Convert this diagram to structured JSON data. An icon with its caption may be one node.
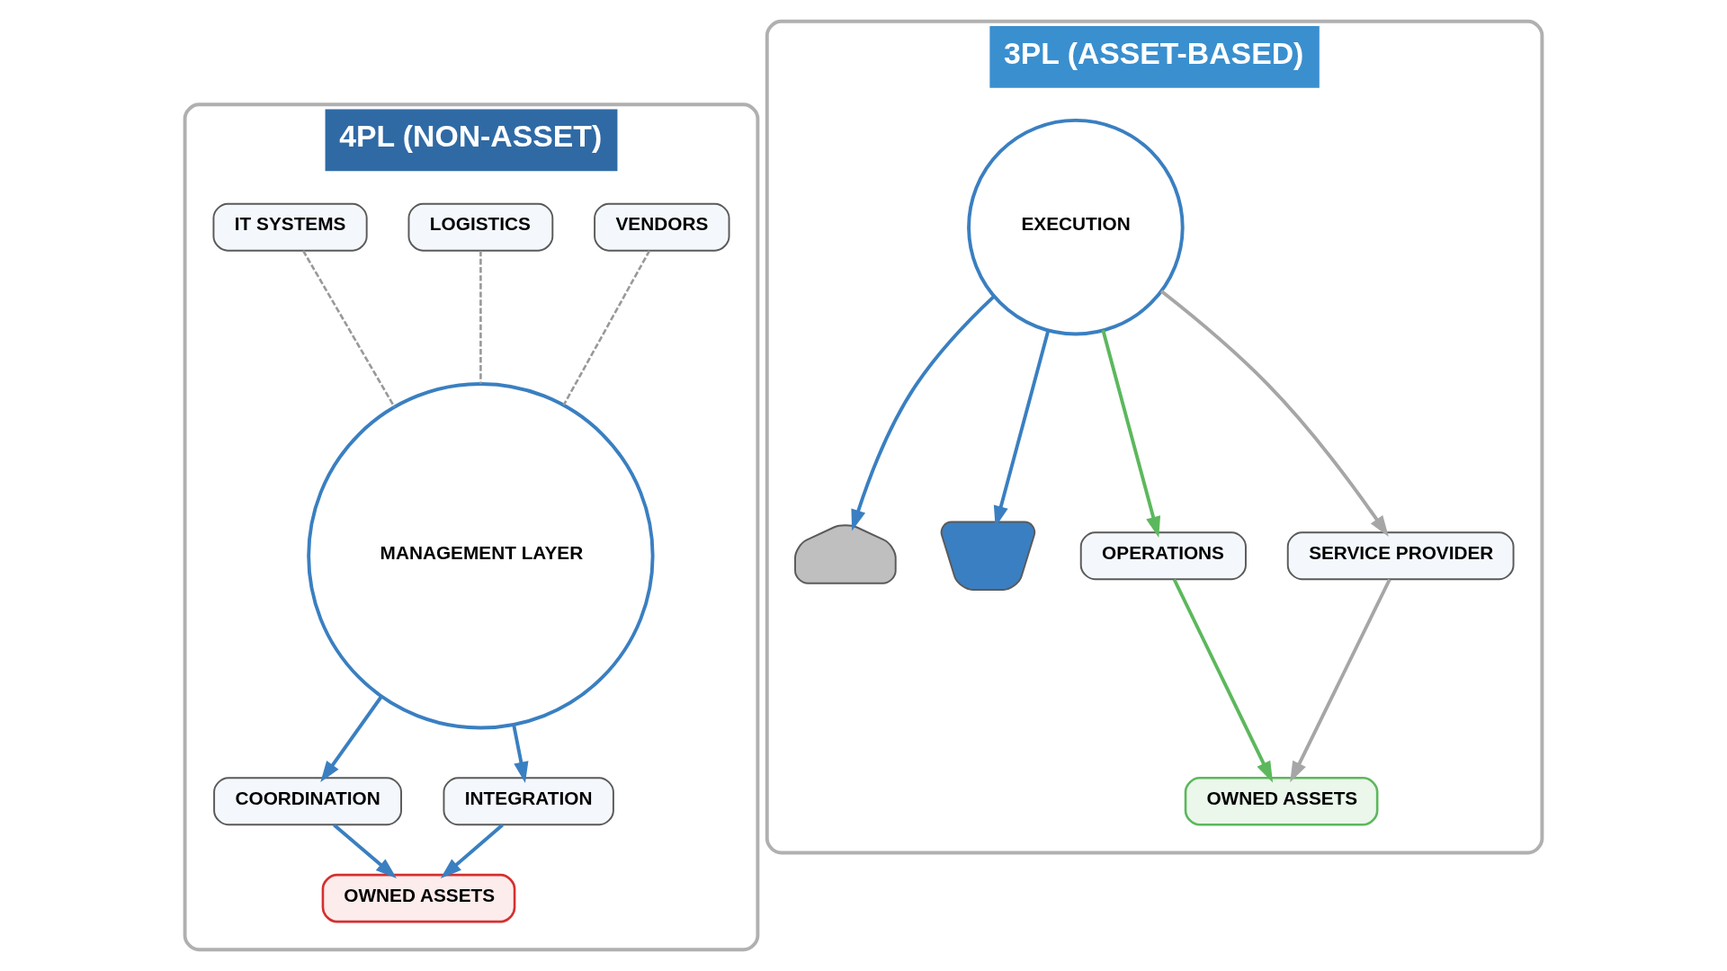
{
  "diagram": {
    "nodes": [
      {
        "text": [
          "4PL (NON-ASSET)"
        ]
      },
      {
        "text": [
          "VENDORS"
        ],
        "in": 0
      },
      {
        "text": [
          "LOGISTICS"
        ],
        "in": 0
      },
      {
        "text": [
          "IT SYSTEMS"
        ],
        "in": 0
      },
      {
        "text": [
          "MANAGEMENT LAYER"
        ],
        "in": 0
      },
      {
        "text": [
          "COORDINATION"
        ],
        "in": 0
      },
      {
        "text": [
          "INTEGRATION"
        ],
        "in": 0
      },
      {
        "text": [
          "OWNED ASSETS"
        ],
        "in": 0
      },
      {
        "text": [
          "3PL (ASSET-BASED)"
        ]
      },
      {
        "text": [],
        "shape": "warehouse",
        "in": 8
      },
      {
        "text": [
          "EXECUTION"
        ],
        "in": 8
      },
      {
        "text": [],
        "shape": "ship",
        "in": 8
      },
      {
        "text": [
          "OPERATIONS"
        ],
        "in": 8
      },
      {
        "text": [
          "SERVICE PROVIDER"
        ],
        "in": 8
      },
      {
        "text": [
          "OWNED ASSETS"
        ],
        "in": 8
      }
    ],
    "edges": [
      {
        "from": 1,
        "to": 4,
        "arrow": "none",
        "style": "dashed",
        "color": "#999999"
      },
      {
        "from": 2,
        "to": 4,
        "arrow": "none",
        "style": "dashed",
        "color": "#999999"
      },
      {
        "from": 3,
        "to": 4,
        "arrow": "none",
        "style": "dashed",
        "color": "#999999"
      },
      {
        "from": 4,
        "to": 5,
        "arrow": "to"
      },
      {
        "from": 4,
        "to": 6,
        "arrow": "to"
      },
      {
        "from": 5,
        "to": 7,
        "arrow": "to"
      },
      {
        "from": 6,
        "to": 7,
        "arrow": "to"
      },
      {
        "from": 10,
        "to": 9,
        "arrow": "to"
      },
      {
        "from": 10,
        "to": 11,
        "arrow": "to"
      },
      {
        "from": 10,
        "to": 12,
        "arrow": "to",
        "color": "#5cb85c"
      },
      {
        "from": 10,
        "to": 13,
        "arrow": "to",
        "color": "#a6a6a6"
      },
      {
        "from": 12,
        "to": 14,
        "arrow": "to",
        "color": "#5cb85c"
      },
      {
        "from": 13,
        "to": 14,
        "arrow": "to",
        "color": "#a6a6a6"
      }
    ]
  }
}
